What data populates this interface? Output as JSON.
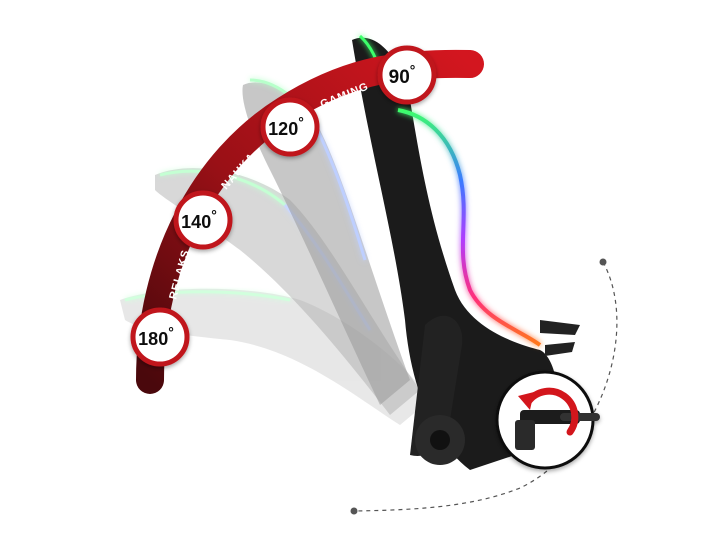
{
  "colors": {
    "arc_red": "#c0141c",
    "arc_dark": "#5a0a0e",
    "badge_ring": "#c0141c",
    "badge_fill": "#ffffff",
    "badge_text": "#111111",
    "label_text": "#ffffff",
    "chair_dark": "#1b1b1b",
    "chair_ghost": "#8a8a8a",
    "led_green": "#3cff6a",
    "led_blue": "#3a7bff",
    "led_purple": "#b03cff",
    "led_pink": "#ff2f7a",
    "led_orange": "#ff7a1a",
    "dash_line": "#555555"
  },
  "angles": [
    {
      "value": "90",
      "unit": "°"
    },
    {
      "value": "120",
      "unit": "°"
    },
    {
      "value": "140",
      "unit": "°"
    },
    {
      "value": "180",
      "unit": "°"
    }
  ],
  "modes": [
    {
      "label": "GAMING"
    },
    {
      "label": "NAUKA"
    },
    {
      "label": "RELAKS"
    }
  ],
  "icons": {
    "recline_lever": "recline-lever-icon",
    "rotate_arrow": "rotate-arrow-icon"
  }
}
